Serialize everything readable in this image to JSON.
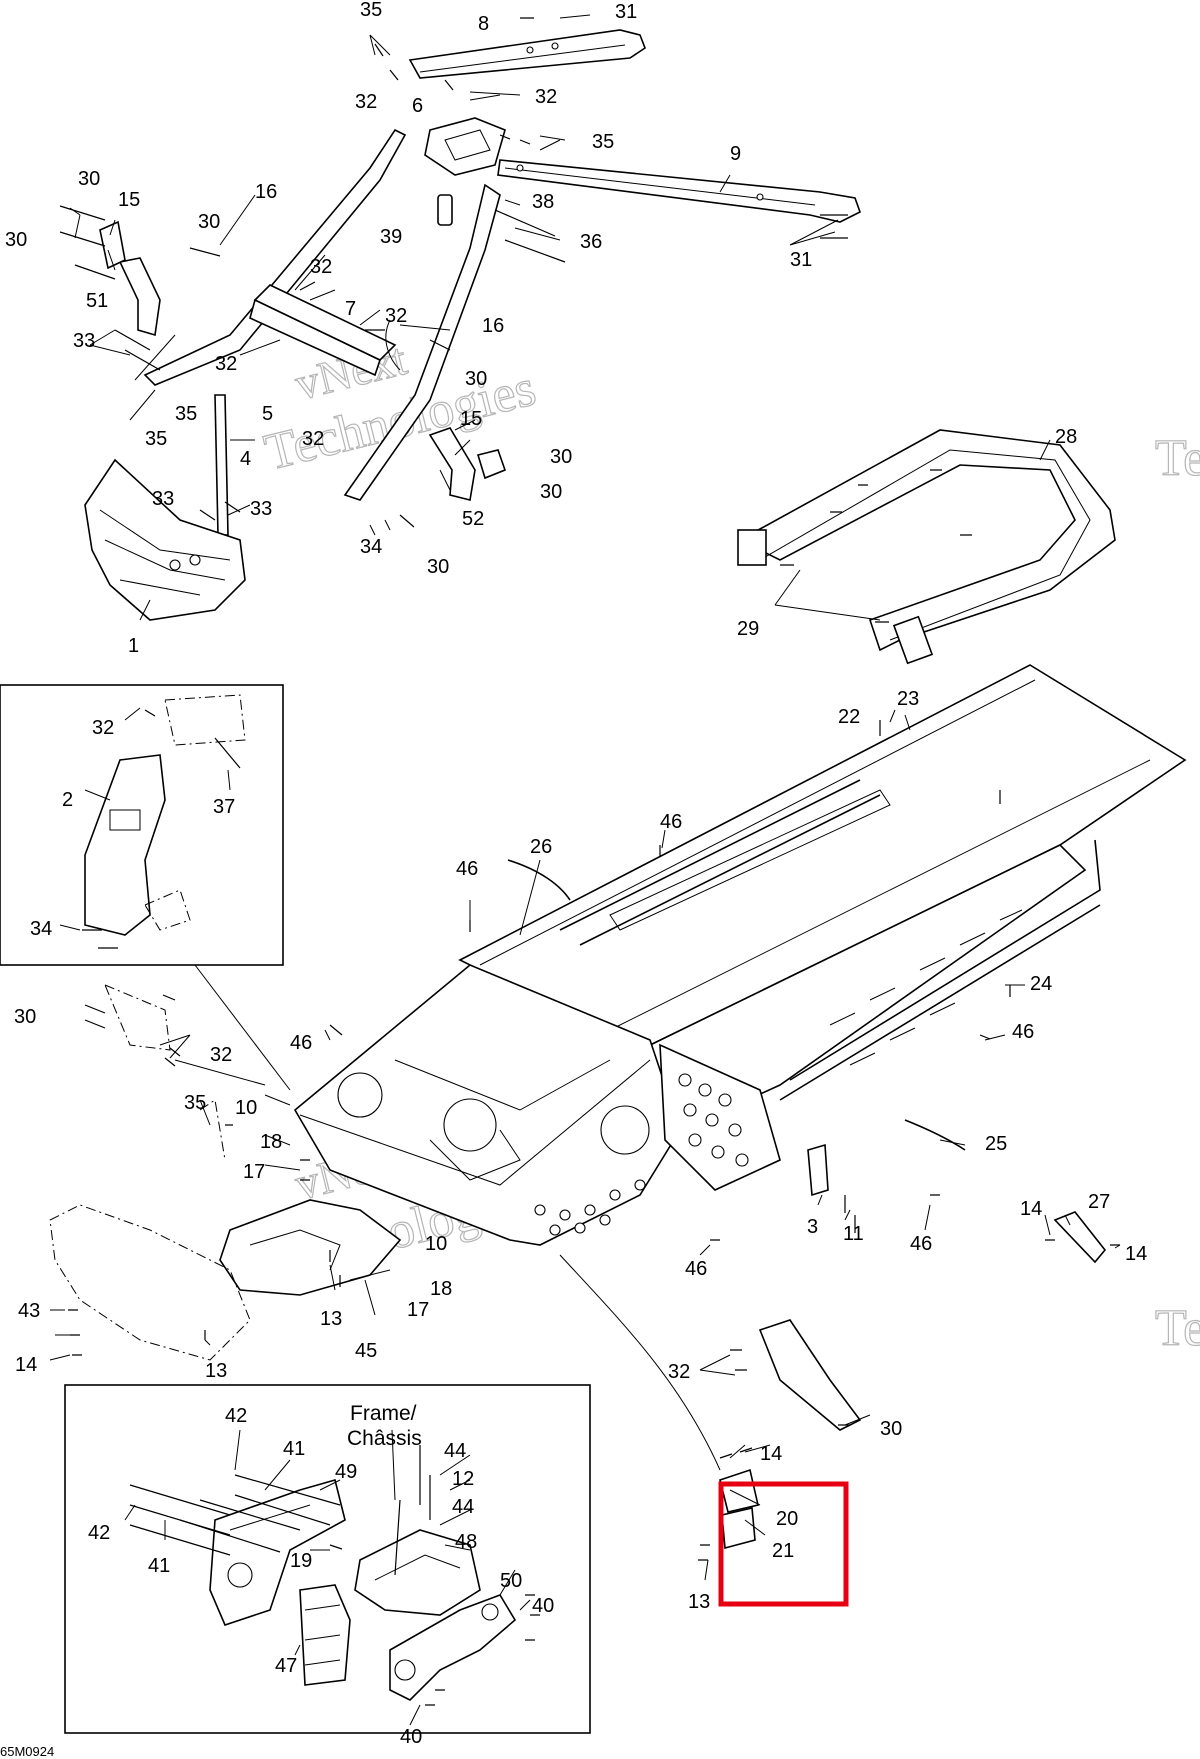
{
  "diagram": {
    "frame_label": [
      "Frame/",
      "Châssis"
    ],
    "reference_code": "65M0924",
    "watermark": [
      "vNext",
      "Technologies",
      "Te"
    ],
    "highlight_color": "#e60012",
    "callouts": {
      "c1": "1",
      "c2": "2",
      "c3": "3",
      "c4": "4",
      "c5": "5",
      "c6": "6",
      "c7": "7",
      "c8": "8",
      "c9": "9",
      "c10": "10",
      "c11": "11",
      "c12": "12",
      "c13": "13",
      "c14": "14",
      "c15": "15",
      "c16": "16",
      "c17": "17",
      "c18": "18",
      "c19": "19",
      "c20": "20",
      "c21": "21",
      "c22": "22",
      "c23": "23",
      "c24": "24",
      "c25": "25",
      "c26": "26",
      "c27": "27",
      "c28": "28",
      "c29": "29",
      "c30": "30",
      "c31": "31",
      "c32": "32",
      "c33": "33",
      "c34": "34",
      "c35": "35",
      "c36": "36",
      "c37": "37",
      "c38": "38",
      "c39": "39",
      "c40": "40",
      "c41": "41",
      "c42": "42",
      "c43": "43",
      "c44": "44",
      "c45": "45",
      "c46": "46",
      "c47": "47",
      "c48": "48",
      "c49": "49",
      "c50": "50",
      "c51": "51",
      "c52": "52"
    }
  }
}
